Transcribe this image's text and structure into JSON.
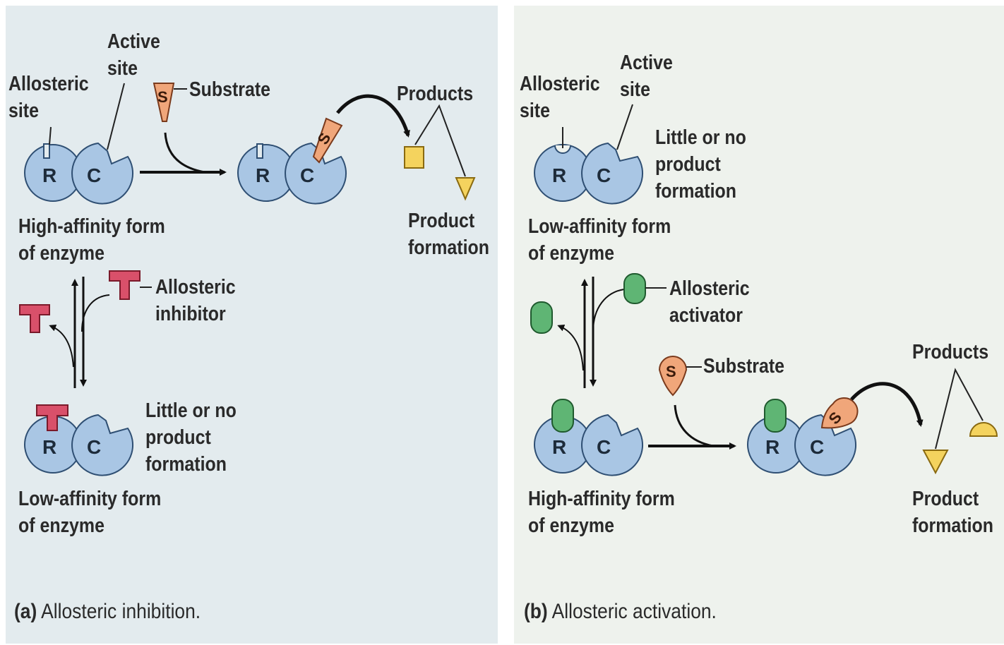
{
  "colors": {
    "panel_a_bg": "#e3ebee",
    "panel_b_bg": "#eef2ed",
    "enzyme": "#a9c6e4",
    "enzyme_stroke": "#2f4f73",
    "substrate": "#f0a67a",
    "inhibitor": "#d9506a",
    "activator": "#5fb574",
    "product": "#f4d35e"
  },
  "panel_a": {
    "labels": {
      "allosteric_site": "Allosteric\nsite",
      "active_site": "Active\nsite",
      "substrate": "Substrate",
      "products": "Products",
      "product_formation": "Product\nformation",
      "high_affinity": "High-affinity form\nof enzyme",
      "allosteric_inhibitor": "Allosteric\ninhibitor",
      "little_product": "Little or no\nproduct\nformation",
      "low_affinity": "Low-affinity form\nof enzyme"
    },
    "caption_letter": "(a)",
    "caption_text": "Allosteric inhibition."
  },
  "panel_b": {
    "labels": {
      "allosteric_site": "Allosteric\nsite",
      "active_site": "Active\nsite",
      "little_product": "Little or no\nproduct\nformation",
      "low_affinity": "Low-affinity form\nof enzyme",
      "allosteric_activator": "Allosteric\nactivator",
      "substrate": "Substrate",
      "products": "Products",
      "high_affinity": "High-affinity form\nof enzyme",
      "product_formation": "Product\nformation"
    },
    "caption_letter": "(b)",
    "caption_text": "Allosteric activation."
  },
  "enzyme_letters": {
    "regulatory": "R",
    "catalytic": "C",
    "substrate": "S"
  }
}
